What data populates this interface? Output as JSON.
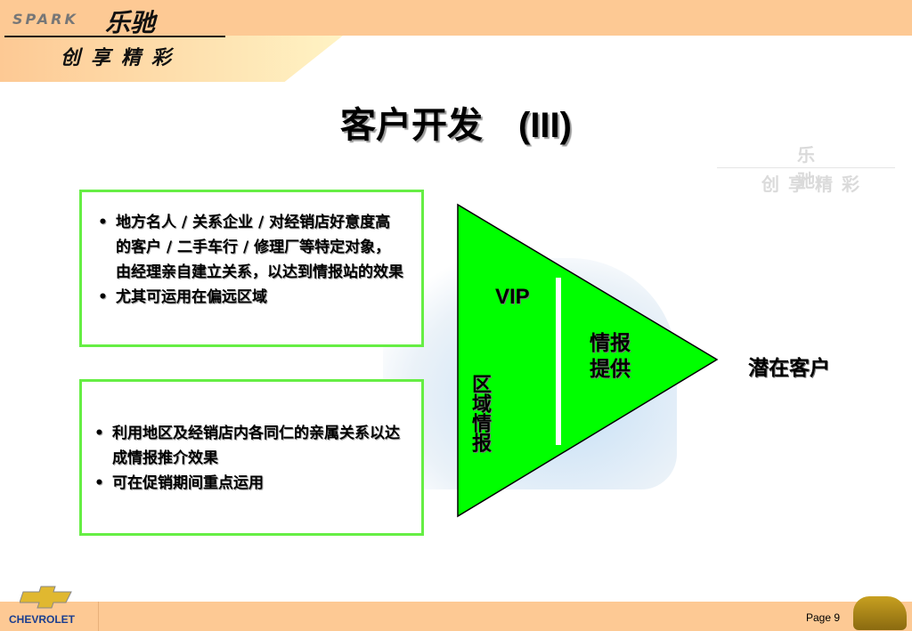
{
  "header": {
    "logo_en": "SPARK",
    "logo_cn": "乐驰",
    "slogan": "创享精彩"
  },
  "title": "客户开发　(III)",
  "box1": {
    "items": [
      "地方名人 / 关系企业 / 对经销店好意度高的客户 / 二手车行 / 修理厂等特定对象，由经理亲自建立关系，以达到情报站的效果",
      "尤其可运用在偏远区域"
    ]
  },
  "box2": {
    "items": [
      "利用地区及经销店内各同仁的亲属关系以达成情报推介效果",
      "可在促销期间重点运用"
    ]
  },
  "diagram": {
    "vip": "VIP",
    "regional": "区域情报",
    "info_line1": "情报",
    "info_line2": "提供",
    "target": "潜在客户",
    "fill_color": "#00ff00"
  },
  "footer": {
    "brand": "CHEVROLET",
    "page": "Page 9"
  }
}
